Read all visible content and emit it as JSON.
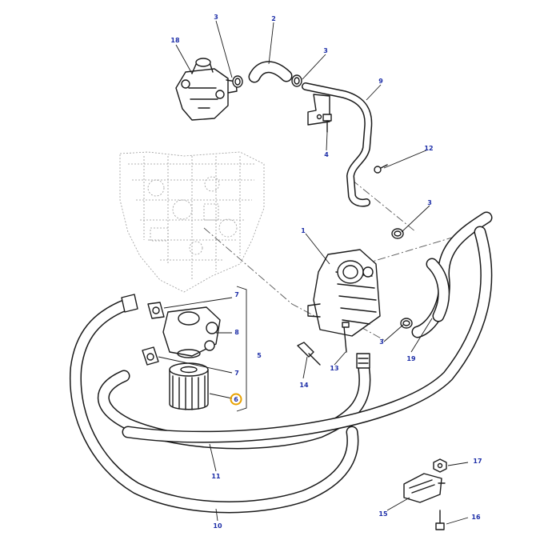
{
  "diagram": {
    "highlight_color": "#e8a100",
    "callout_color": "#1e2fa8",
    "callouts": {
      "c1": "1",
      "c2": "2",
      "c3a": "3",
      "c3b": "3",
      "c3c": "3",
      "c3d": "3",
      "c4": "4",
      "c5": "5",
      "c6": "6",
      "c7a": "7",
      "c7b": "7",
      "c8": "8",
      "c9": "9",
      "c10": "10",
      "c11": "11",
      "c12": "12",
      "c13": "13",
      "c14": "14",
      "c15": "15",
      "c16": "16",
      "c17": "17",
      "c18": "18",
      "c19": "19"
    }
  }
}
